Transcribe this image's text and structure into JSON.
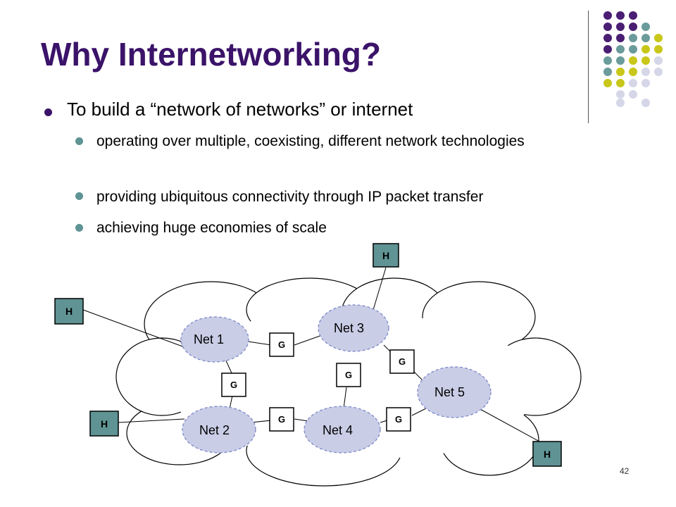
{
  "title": "Why Internetworking?",
  "bullets": {
    "main": "To build a “network of networks” or internet",
    "sub": [
      "operating over multiple, coexisting, different network technologies",
      "providing ubiquitous connectivity through IP packet transfer",
      "achieving huge economies of scale"
    ]
  },
  "diagram": {
    "networks": [
      "Net 1",
      "Net 2",
      "Net 3",
      "Net 4",
      "Net 5"
    ],
    "gateway_label": "G",
    "host_label": "H"
  },
  "page_number": "42",
  "colors": {
    "title": "#3b1369",
    "host_box": "#5f9394",
    "net_cloud": "#c9cde6",
    "net_cloud_border": "#7d88c8",
    "bullet_main": "#3b1369",
    "bullet_sub": "#5f9394"
  }
}
